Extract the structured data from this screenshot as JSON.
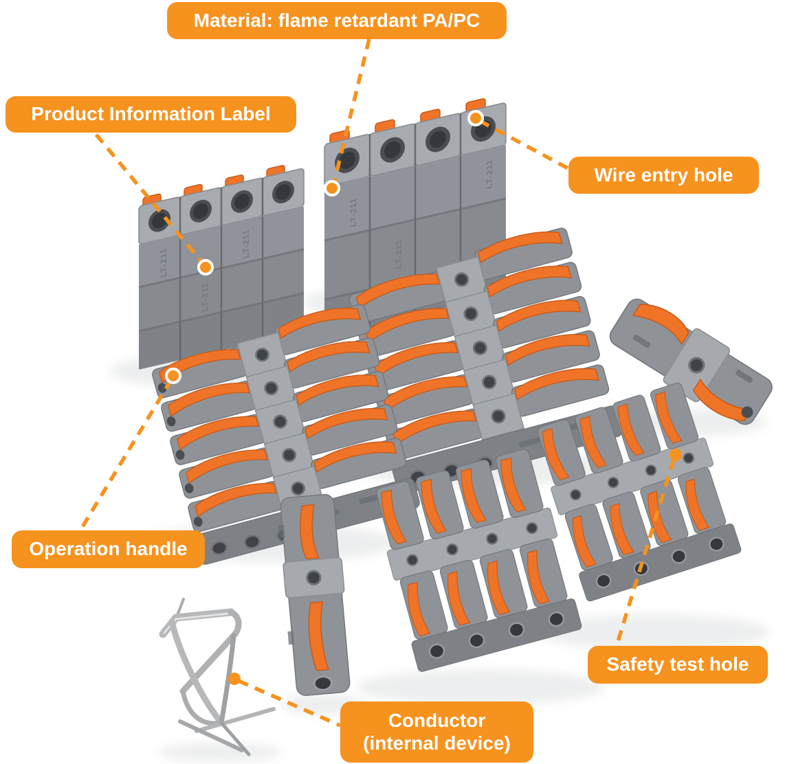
{
  "figure": {
    "description": "Annotated photo of quick-splice lever wire connectors with part callouts",
    "molded_text": "LT-211",
    "items": [
      {
        "name": "stacked-4-port-connector-block-left",
        "layers": 3
      },
      {
        "name": "stacked-4-port-connector-block-right",
        "layers": 2
      },
      {
        "name": "five-way-lever-connector-left"
      },
      {
        "name": "five-way-lever-connector-right"
      },
      {
        "name": "four-way-lever-connector-bottom-center"
      },
      {
        "name": "four-way-lever-connector-bottom-right"
      },
      {
        "name": "single-inline-lever-connector-right"
      },
      {
        "name": "single-vertical-lever-connector"
      },
      {
        "name": "metal-conductor-clip"
      }
    ]
  },
  "colors": {
    "label_background": "#F6921E",
    "label_text": "#FFFFFF",
    "callout_line": "#F6921E",
    "lever_orange": "#EF7428",
    "housing_gray": "#94989D",
    "background": "#FFFFFF"
  },
  "annotations": [
    {
      "id": "material",
      "text": "Material: flame retardant PA/PC"
    },
    {
      "id": "product_info",
      "text": "Product Information Label"
    },
    {
      "id": "wire_entry",
      "text": "Wire entry hole"
    },
    {
      "id": "operation_handle",
      "text": "Operation handle"
    },
    {
      "id": "safety_test",
      "text": "Safety test hole"
    },
    {
      "id": "conductor",
      "line1": "Conductor",
      "line2": "(internal device)"
    }
  ]
}
